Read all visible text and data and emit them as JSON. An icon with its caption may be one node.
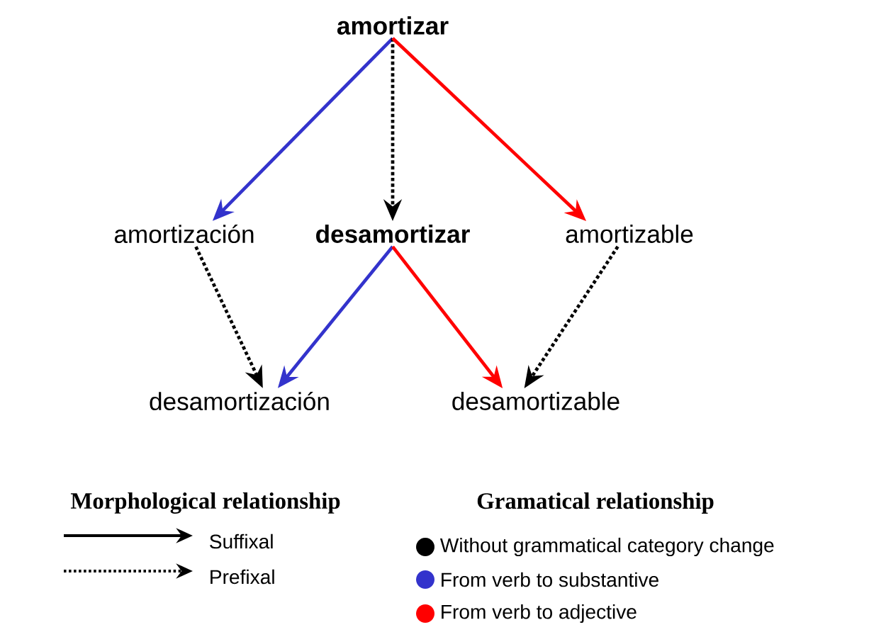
{
  "diagram": {
    "nodes": [
      {
        "text": [
          "amortizar"
        ]
      },
      {
        "text": [
          "amortización"
        ]
      },
      {
        "text": [
          "desamortizar"
        ]
      },
      {
        "text": [
          "amortizable"
        ]
      },
      {
        "text": [
          "desamortización"
        ]
      },
      {
        "text": [
          "desamortizable"
        ]
      }
    ],
    "edges": [
      {
        "from": 0,
        "to": 1,
        "arrow": "to",
        "color": "#3333cc"
      },
      {
        "from": 0,
        "to": 2,
        "arrow": "to",
        "style": "dashed"
      },
      {
        "from": 0,
        "to": 3,
        "arrow": "to",
        "color": "#ff0000"
      },
      {
        "from": 2,
        "to": 4,
        "arrow": "to",
        "color": "#3333cc"
      },
      {
        "from": 2,
        "to": 5,
        "arrow": "to",
        "color": "#ff0000"
      },
      {
        "from": 1,
        "to": 4,
        "arrow": "to",
        "style": "dashed"
      },
      {
        "from": 3,
        "to": 5,
        "arrow": "to",
        "style": "dashed"
      }
    ],
    "labels": [
      "Morphological relationship",
      "Gramatical relationship"
    ],
    "legend": [
      {
        "text": "Suffixal"
      },
      {
        "text": "Prefixal"
      },
      {
        "text": "Without grammatical category change",
        "color": "#000000"
      },
      {
        "text": "From verb to substantive",
        "color": "#3333cc"
      },
      {
        "text": "From verb to adjective",
        "color": "#ff0000"
      }
    ]
  }
}
